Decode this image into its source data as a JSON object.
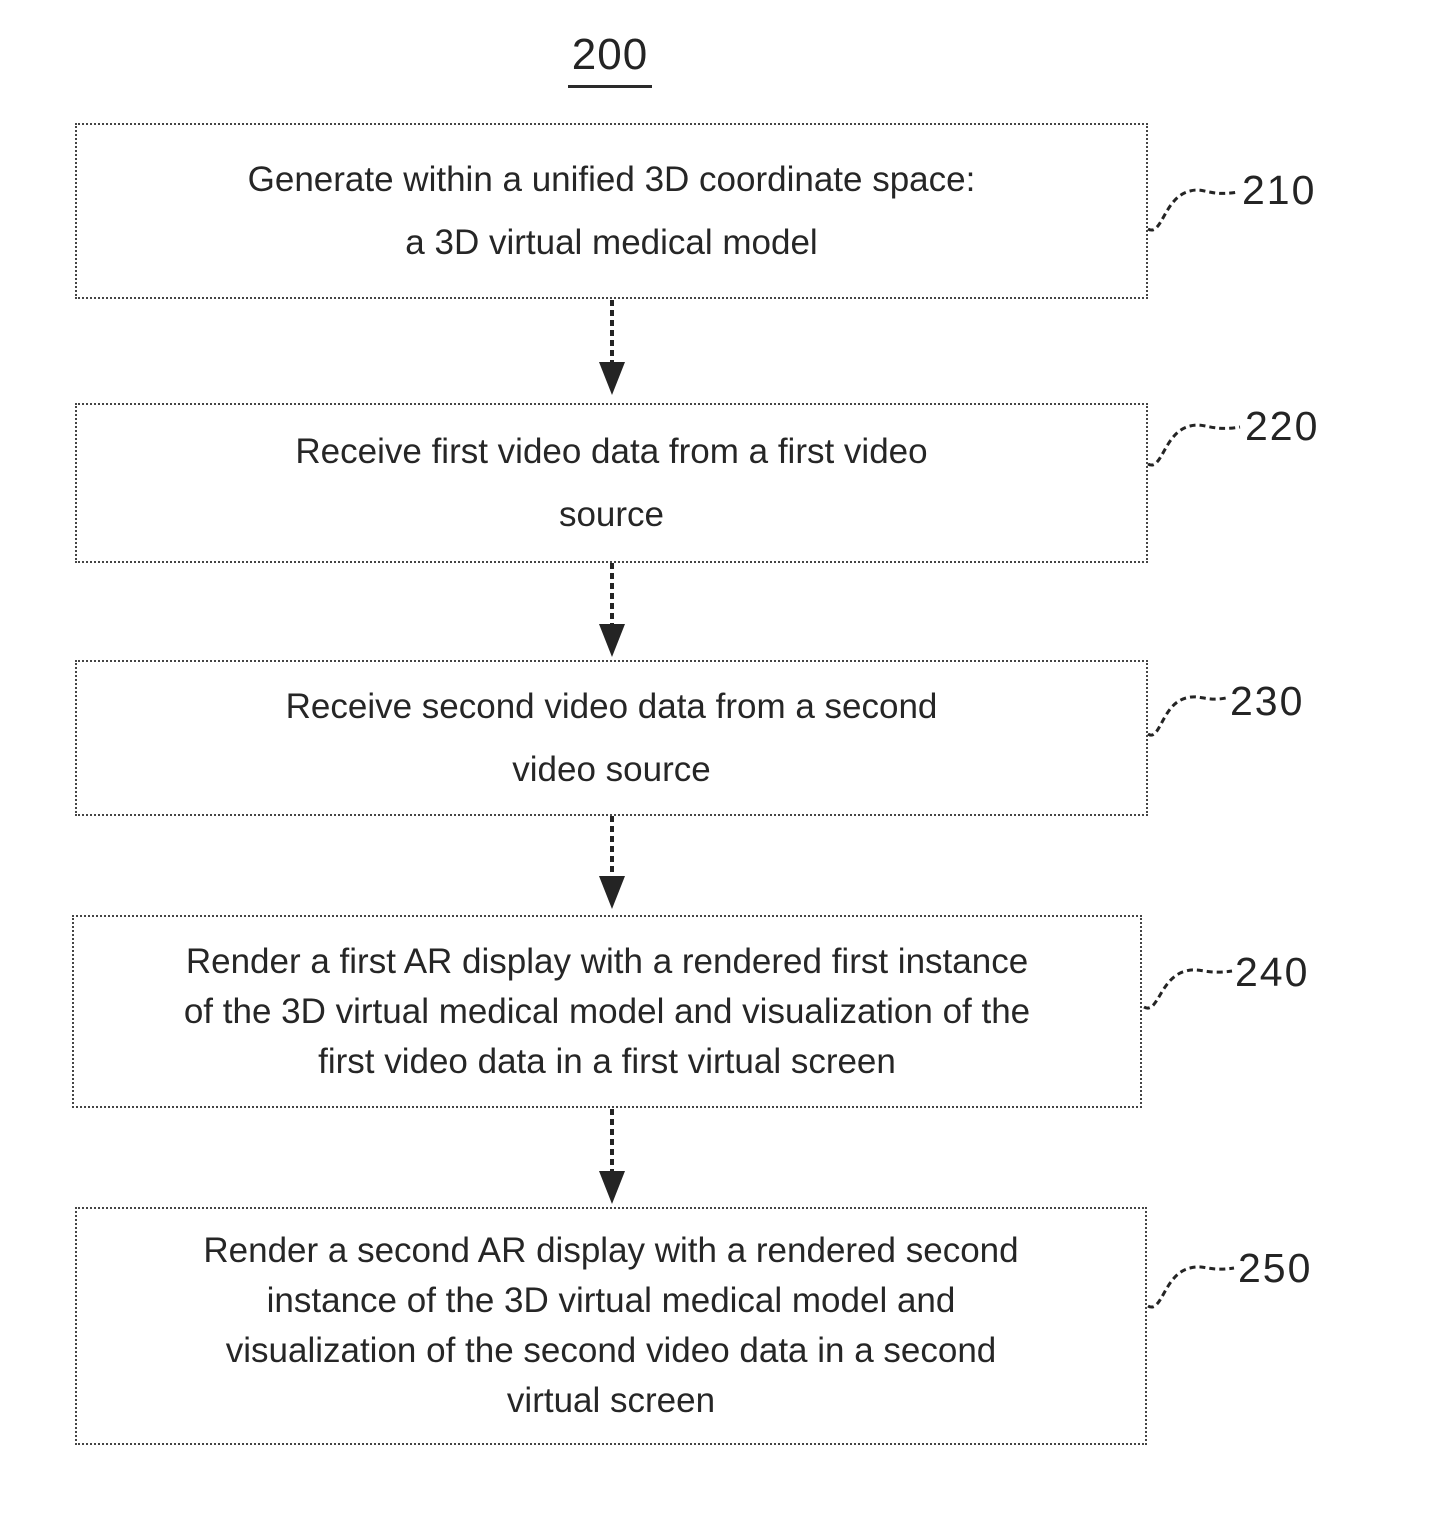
{
  "figure": {
    "number": "200"
  },
  "steps": [
    {
      "ref": "210",
      "text": "Generate within a unified 3D  coordinate space:\na 3D virtual medical model"
    },
    {
      "ref": "220",
      "text": "Receive first video data from a first video\nsource"
    },
    {
      "ref": "230",
      "text": "Receive second video data from a second\nvideo source"
    },
    {
      "ref": "240",
      "text": "Render a first AR display with a rendered first instance\nof the 3D virtual medical model and visualization of the\nfirst video data in a first virtual screen"
    },
    {
      "ref": "250",
      "text": "Render a second AR display with a rendered second\ninstance of the 3D virtual medical model and\nvisualization of the second video data in a second\nvirtual screen"
    }
  ]
}
